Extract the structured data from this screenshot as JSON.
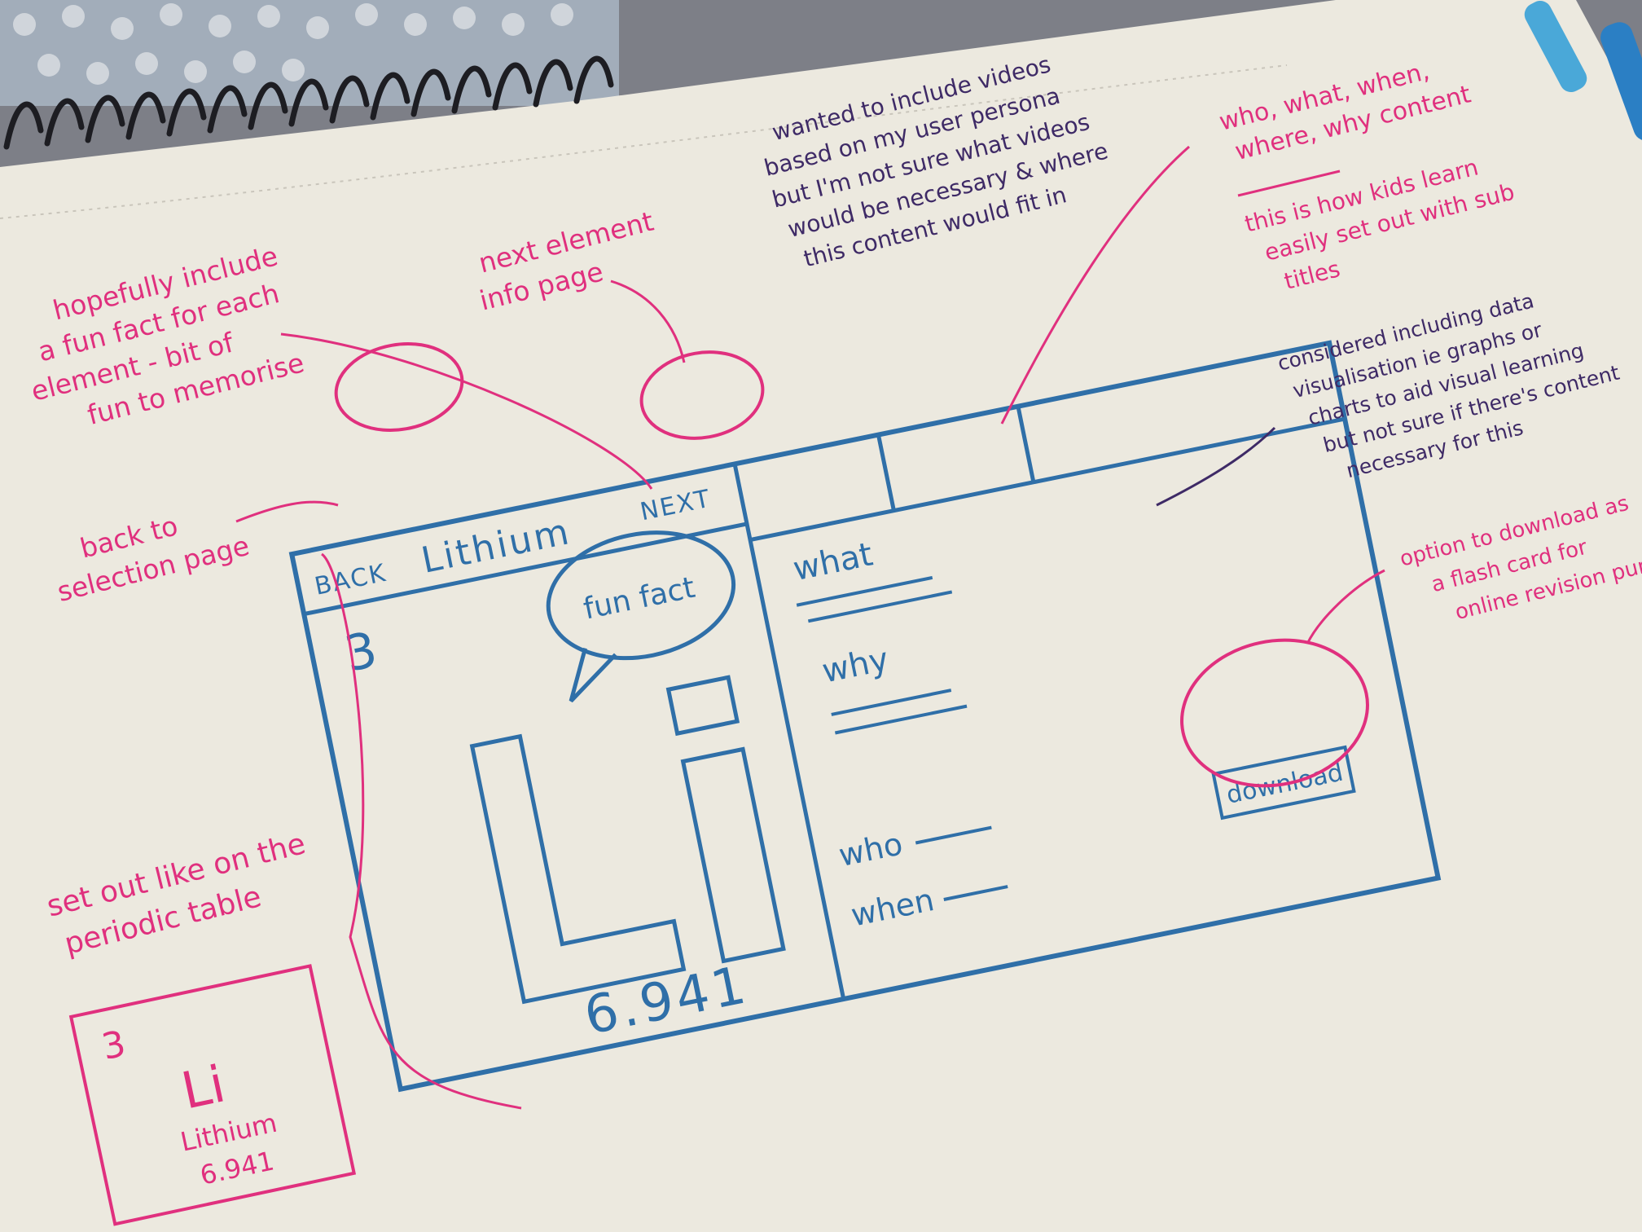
{
  "colors": {
    "paper": "#ece9df",
    "pink_marker": "#e0307e",
    "blue_marker": "#2f6fa8",
    "purple_pen": "#3e2a66",
    "backdrop": "#7d7f87",
    "spiral": "#1d1d22"
  },
  "icons": {
    "spiral_binding": "spiral-binding-icon",
    "speech_bubble": "speech-bubble-icon",
    "marker": "marker-pen-icon"
  },
  "wireframe": {
    "back_label": "BACK",
    "title": "Lithium",
    "next_label": "NEXT",
    "atomic_number": "3",
    "symbol": "Li",
    "atomic_mass": "6.941",
    "fun_fact_label": "fun fact",
    "what_label": "what",
    "why_label": "why",
    "who_label": "who",
    "when_label": "when",
    "download_label": "download"
  },
  "periodic_tile": {
    "number": "3",
    "symbol": "Li",
    "name": "Lithium",
    "mass": "6.941"
  },
  "annotations": {
    "fun_fact": [
      "hopefully include",
      "a fun fact for each",
      "element - bit of",
      "fun to memorise"
    ],
    "next": [
      "next element",
      "info page"
    ],
    "back": [
      "back to",
      "selection page"
    ],
    "videos": [
      "wanted to include videos",
      "based on my user persona",
      "but I'm not sure what videos",
      "would be necessary & where",
      "this content would fit in"
    ],
    "content": [
      "who, what, when,",
      "where, why content"
    ],
    "kids": [
      "this is how kids learn",
      "easily set out with sub",
      "titles"
    ],
    "data_vis": [
      "considered including data",
      "visualisation ie graphs or",
      "charts to aid visual learning",
      "but not sure if there's content",
      "necessary for this"
    ],
    "download": [
      "option to download as",
      "a flash card for",
      "online revision pur"
    ],
    "layout": [
      "set out like on the",
      "periodic table"
    ]
  }
}
